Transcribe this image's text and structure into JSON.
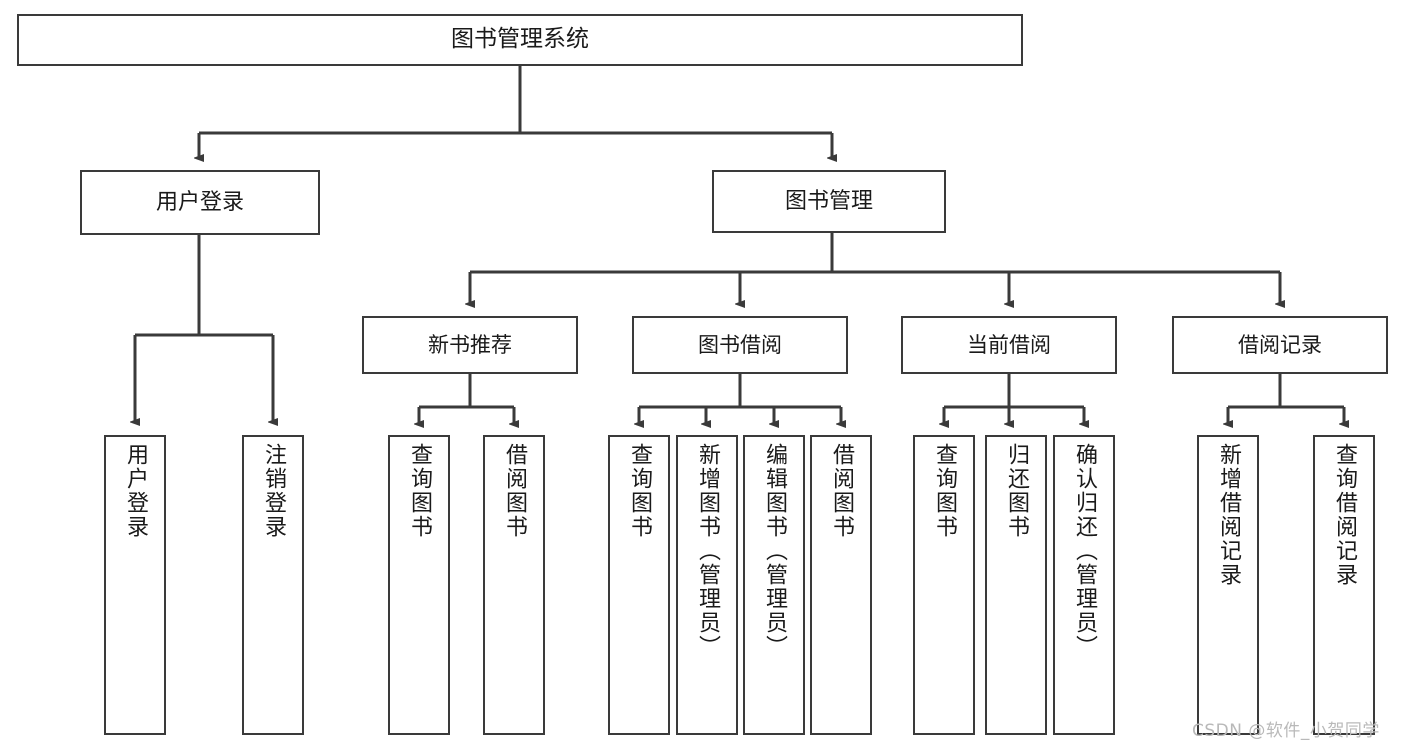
{
  "diagram": {
    "title": "图书管理系统",
    "type": "tree-hierarchy",
    "root": {
      "label": "图书管理系统"
    },
    "level1": [
      {
        "label": "用户登录"
      },
      {
        "label": "图书管理"
      }
    ],
    "level2": [
      {
        "label": "新书推荐"
      },
      {
        "label": "图书借阅"
      },
      {
        "label": "当前借阅"
      },
      {
        "label": "借阅记录"
      }
    ],
    "leaves": {
      "user_login": [
        {
          "label": "用户登录"
        },
        {
          "label": "注销登录"
        }
      ],
      "new_book_recommend": [
        {
          "label": "查询图书"
        },
        {
          "label": "借阅图书"
        }
      ],
      "book_borrow": [
        {
          "label": "查询图书"
        },
        {
          "label": "新增图书（管理员）"
        },
        {
          "label": "编辑图书（管理员）"
        },
        {
          "label": "借阅图书"
        }
      ],
      "current_borrow": [
        {
          "label": "查询图书"
        },
        {
          "label": "归还图书"
        },
        {
          "label": "确认归还（管理员）"
        }
      ],
      "borrow_record": [
        {
          "label": "新增借阅记录"
        },
        {
          "label": "查询借阅记录"
        }
      ]
    }
  },
  "watermark": {
    "text": "CSDN @软件_小贺同学"
  },
  "colors": {
    "border": "#3a3a3a",
    "background": "#ffffff",
    "text": "#1a1a1a",
    "watermark": "#b9b9b9"
  }
}
